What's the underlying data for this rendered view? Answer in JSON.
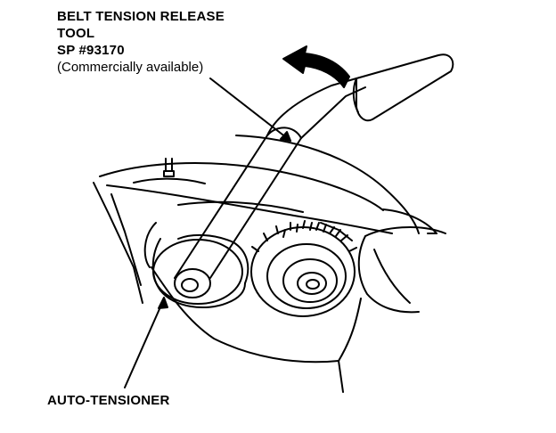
{
  "labels": {
    "tool_name_line1": "BELT TENSION RELEASE",
    "tool_name_line2": "TOOL",
    "tool_part_number": "SP #93170",
    "tool_note": "(Commercially available)",
    "tensioner": "AUTO-TENSIONER"
  },
  "icons": {
    "direction_arrow": "curved-arrow-left-icon",
    "leader_arrows": "leader-arrow-icon"
  },
  "colors": {
    "ink": "#000000",
    "paper": "#ffffff"
  }
}
